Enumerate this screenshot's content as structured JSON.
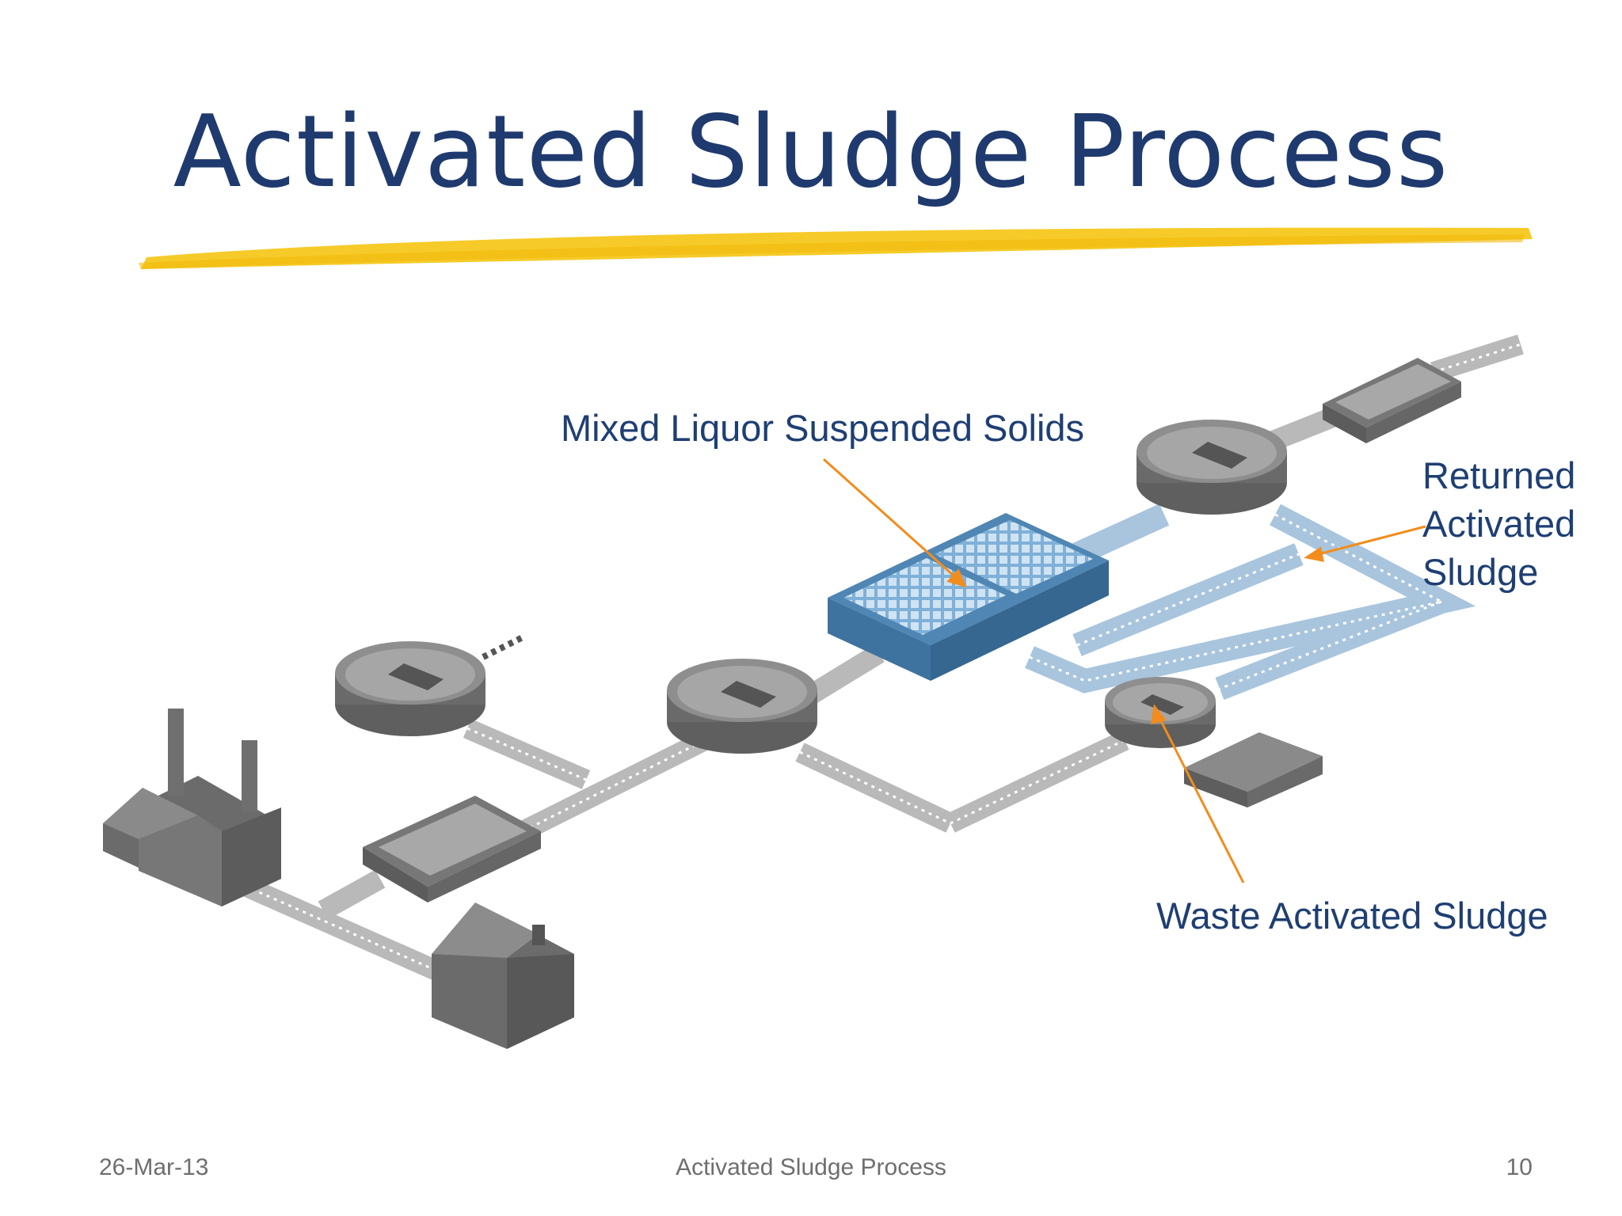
{
  "slide": {
    "title": "Activated Sludge Process"
  },
  "labels": {
    "mlss": "Mixed Liquor Suspended Solids",
    "ras_line1": "Returned",
    "ras_line2": "Activated",
    "ras_line3": "Sludge",
    "was": "Waste Activated Sludge"
  },
  "footer": {
    "date": "26-Mar-13",
    "center": "Activated Sludge Process",
    "page_number": "10"
  },
  "colors": {
    "title": "#1f3a6e",
    "highlight": "#f6c81e",
    "label": "#1f3f73",
    "arrow": "#f28c1c",
    "aeration_tank": "#4f86b4",
    "sludge_pipe": "#9fbfda",
    "structure": "#6e6e6e"
  }
}
